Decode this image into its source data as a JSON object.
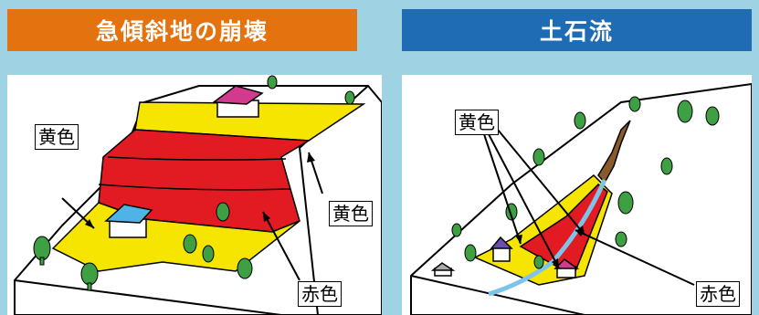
{
  "panels": [
    {
      "title": "急傾斜地の崩壊",
      "title_color": "#e4730f",
      "labels": {
        "yellow_top": "黄色",
        "yellow_right": "黄色",
        "red": "赤色"
      }
    },
    {
      "title": "土石流",
      "title_color": "#1f6cb5",
      "labels": {
        "yellow": "黄色",
        "red": "赤色"
      }
    }
  ],
  "colors": {
    "yellow_zone": "#f6e500",
    "red_zone": "#e21b23",
    "background": "#9fd3e3"
  }
}
